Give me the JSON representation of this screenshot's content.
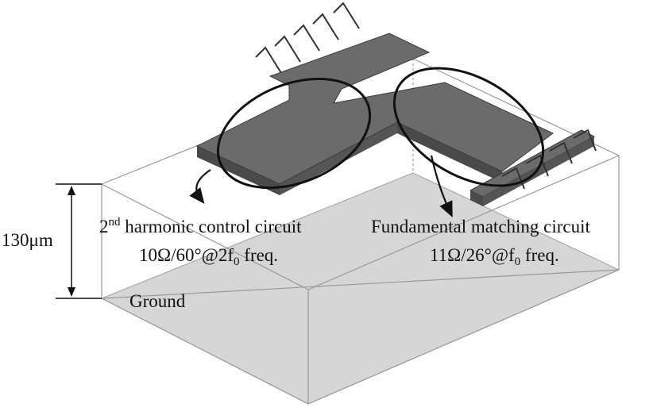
{
  "diagram": {
    "thickness_label": "130μm",
    "ground_label": "Ground",
    "harmonic": {
      "title_num": "2",
      "title_sup": "nd",
      "title_rest": " harmonic control circuit",
      "spec_a": "10Ω/60°@2f",
      "spec_sub": "0",
      "spec_b": " freq."
    },
    "fundamental": {
      "title": "Fundamental matching circuit",
      "spec_a": "11Ω/26°@f",
      "spec_sub": "0",
      "spec_b": " freq."
    }
  },
  "colors": {
    "substrate_edge": "#9a9a9a",
    "ground_fill": "#d6d6d6",
    "metal_top": "#6b6b6b",
    "metal_side": "#4a4a4a",
    "ink": "#111111"
  }
}
